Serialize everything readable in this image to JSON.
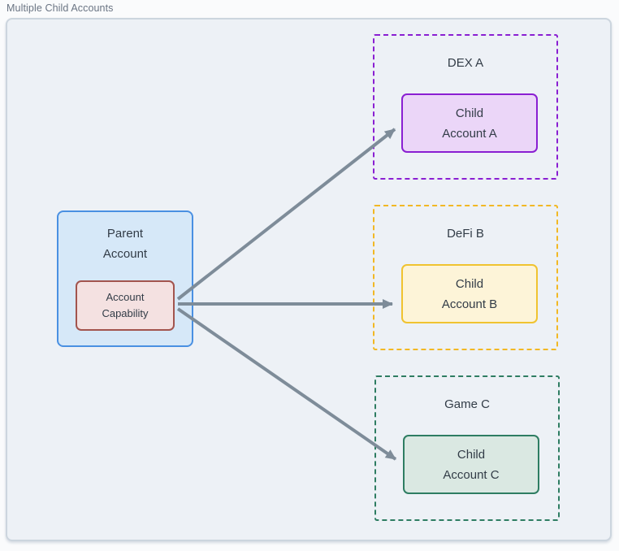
{
  "title": "Multiple Child Accounts",
  "parent": {
    "label": [
      "Parent",
      "Account"
    ],
    "capability": {
      "label": [
        "Account",
        "Capability"
      ]
    }
  },
  "groups": [
    {
      "label": "DEX A",
      "child": {
        "label": [
          "Child",
          "Account A"
        ]
      }
    },
    {
      "label": "DeFi B",
      "child": {
        "label": [
          "Child",
          "Account B"
        ]
      }
    },
    {
      "label": "Game C",
      "child": {
        "label": [
          "Child",
          "Account C"
        ]
      }
    }
  ],
  "connections": [
    {
      "from": "account-capability",
      "to": "child-account-a"
    },
    {
      "from": "account-capability",
      "to": "child-account-b"
    },
    {
      "from": "account-capability",
      "to": "child-account-c"
    }
  ],
  "colors": {
    "canvas_bg": "#edf1f6",
    "canvas_border": "#ccd5de",
    "title_text": "#6a7483",
    "node_text": "#323c47",
    "parent_fill": "#d6e8f8",
    "parent_border": "#4a90e2",
    "capability_fill": "#f4e1e1",
    "capability_border": "#a2544e",
    "dex_accent": "#8a1fd2",
    "dex_child_fill": "#ebd6f8",
    "defi_accent": "#f2b824",
    "defi_child_fill": "#fdf4d8",
    "game_accent": "#2e7d62",
    "game_child_fill": "#dae8e2",
    "arrow": "#7e8c99"
  }
}
